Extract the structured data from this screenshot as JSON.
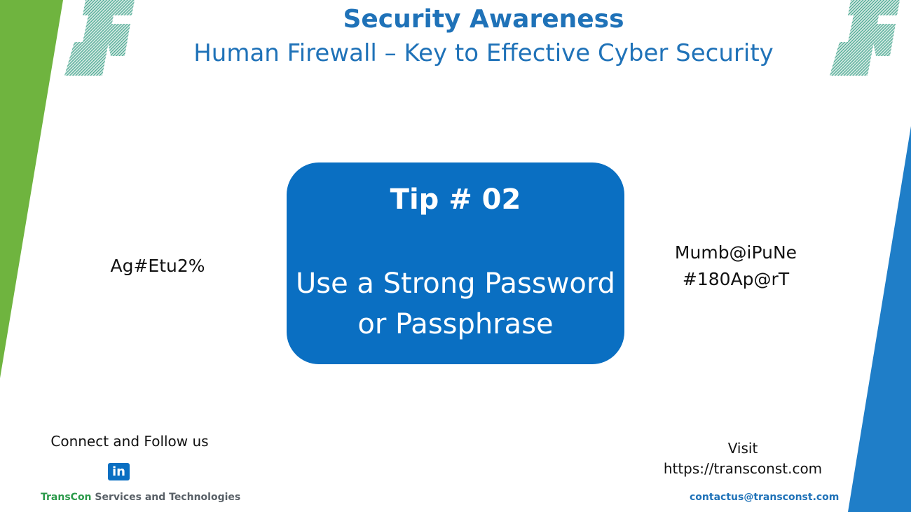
{
  "header": {
    "title": "Security Awareness",
    "subtitle": "Human Firewall – Key to Effective Cyber Security"
  },
  "tip": {
    "title": "Tip # 02",
    "line1": "Use a Strong Password",
    "line2": "or Passphrase"
  },
  "examples": {
    "left": "Ag#Etu2%",
    "right_line1": "Mumb@iPuNe",
    "right_line2": "#180Ap@rT"
  },
  "footer": {
    "connect_label": "Connect and Follow us",
    "linkedin_glyph": "in",
    "company_brand": "TransCon",
    "company_rest": " Services and Technologies",
    "visit_label": "Visit",
    "website": "https://transconst.com",
    "email": "contactus@transconst.com"
  },
  "colors": {
    "accent_blue": "#1f72b8",
    "card_blue": "#0a6fc2",
    "green": "#6fb43f",
    "teal": "#3aa08a"
  },
  "icons": [
    "transcon-logo",
    "linkedin-icon"
  ]
}
